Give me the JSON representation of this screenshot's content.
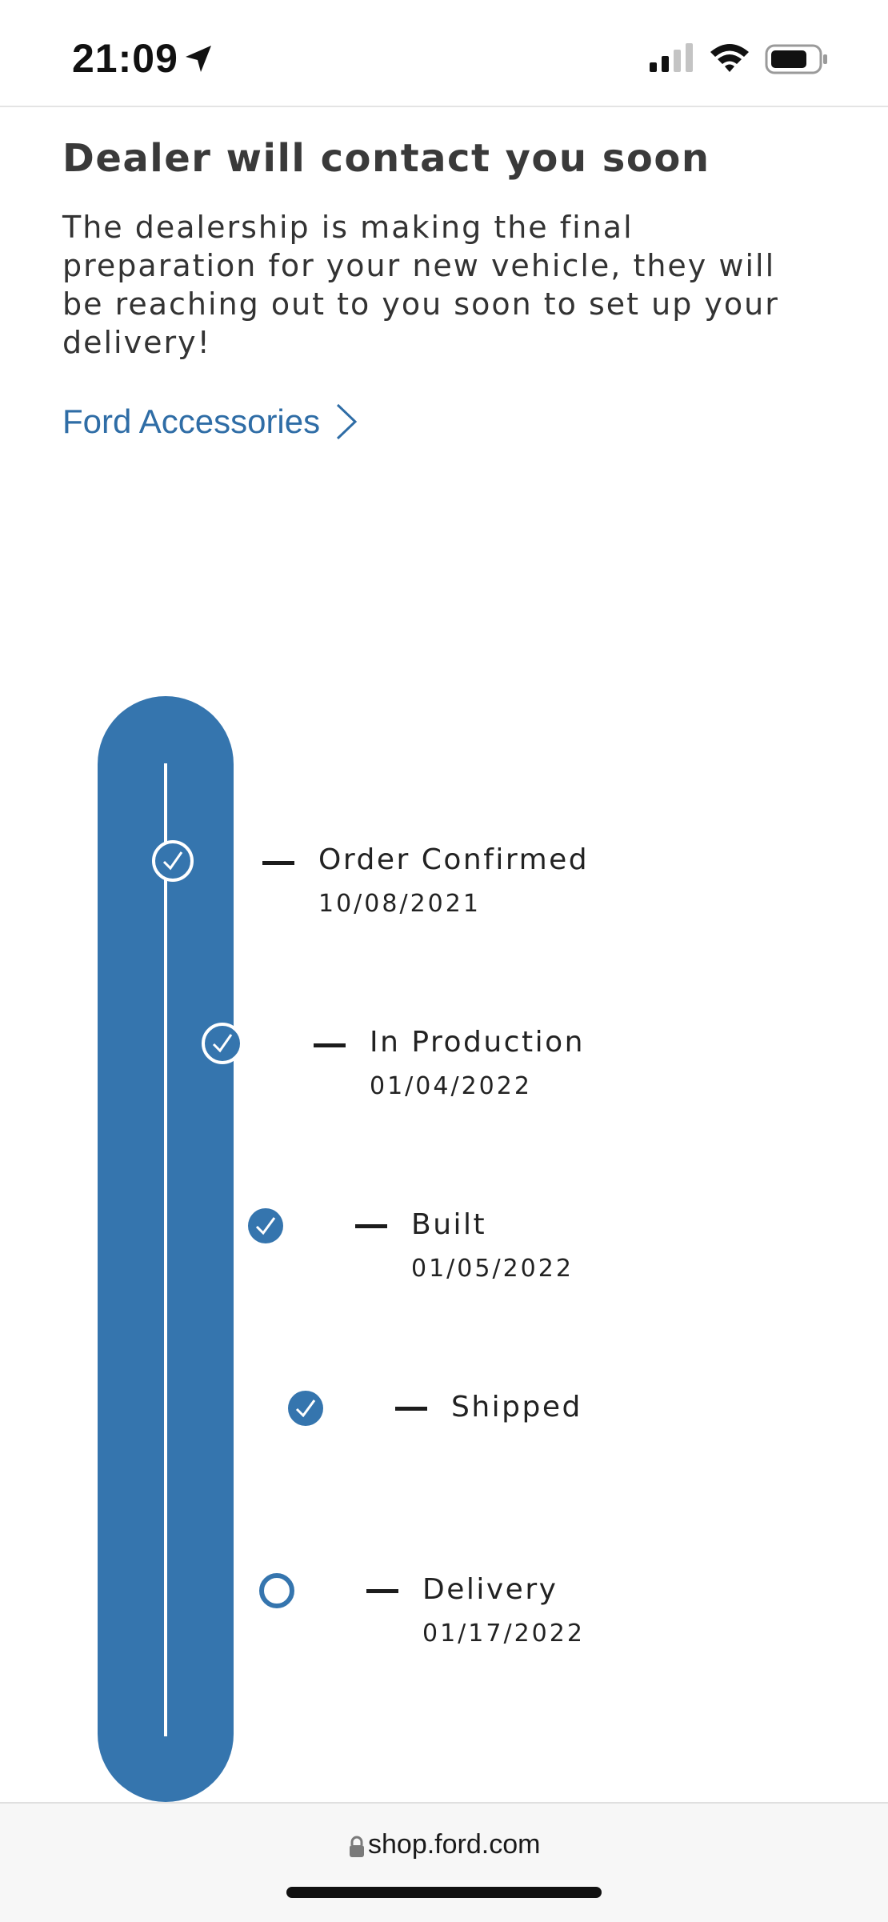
{
  "status_bar": {
    "time": "21:09"
  },
  "content": {
    "headline": "Dealer will contact you soon",
    "description": "The dealership is making the final preparation for your new vehicle, they will be reaching out to you soon to set up your delivery!",
    "accessories_link": "Ford Accessories"
  },
  "tracker": {
    "steps": [
      {
        "label": "Order Confirmed",
        "date": "10/08/2021",
        "status": "complete"
      },
      {
        "label": "In Production",
        "date": "01/04/2022",
        "status": "complete"
      },
      {
        "label": "Built",
        "date": "01/05/2022",
        "status": "complete"
      },
      {
        "label": "Shipped",
        "date": "",
        "status": "complete"
      },
      {
        "label": "Delivery",
        "date": "01/17/2022",
        "status": "pending"
      }
    ],
    "colors": {
      "accent": "#3575ae",
      "dash": "#1c1c1c"
    }
  },
  "url_bar": {
    "url": "shop.ford.com"
  }
}
